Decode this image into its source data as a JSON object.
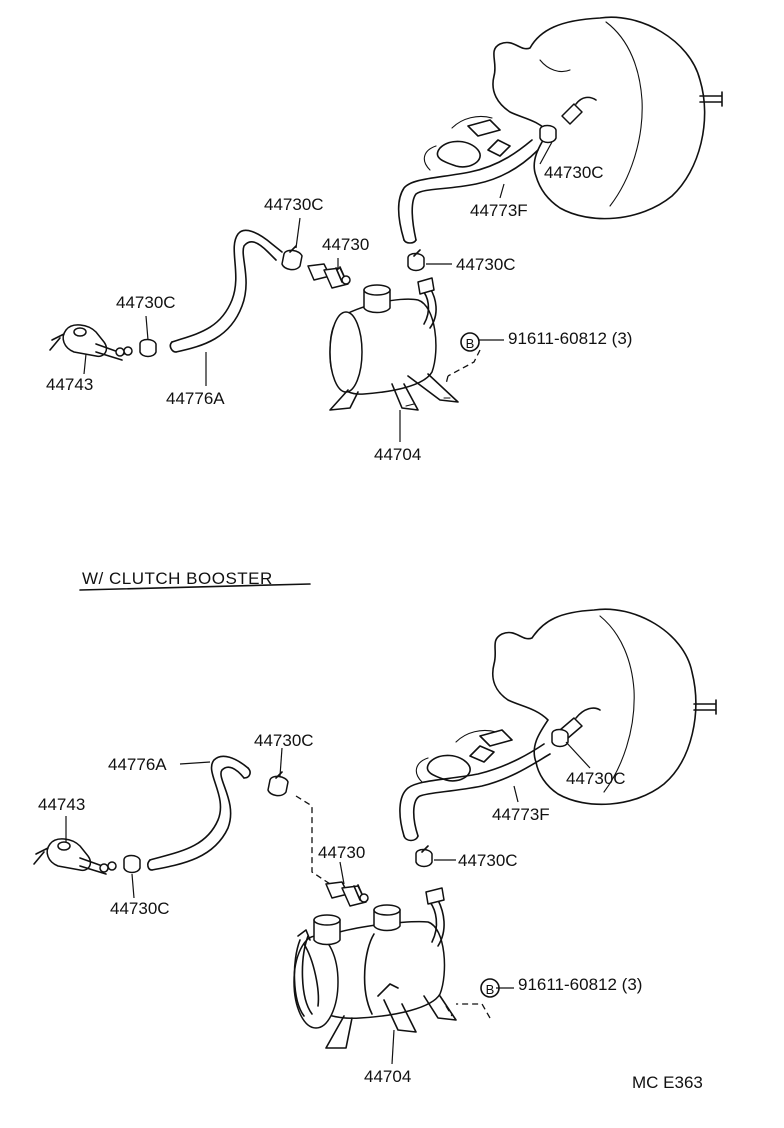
{
  "diagram": {
    "upper": {
      "labels": {
        "p44730c_top": "44730C",
        "p44730": "44730",
        "p44730c_left": "44730C",
        "p44743": "44743",
        "p44776a": "44776A",
        "p44730c_booster": "44730C",
        "p44773f": "44773F",
        "p44730c_tank": "44730C",
        "bolt_symbol": "B",
        "bolt": "91611-60812 (3)",
        "p44704": "44704"
      }
    },
    "section_title": "W/ CLUTCH  BOOSTER",
    "lower": {
      "labels": {
        "p44776a": "44776A",
        "p44730c_top": "44730C",
        "p44743": "44743",
        "p44730c_left": "44730C",
        "p44730": "44730",
        "p44730c_booster": "44730C",
        "p44773f": "44773F",
        "p44730c_tank": "44730C",
        "bolt_symbol": "B",
        "bolt": "91611-60812 (3)",
        "p44704": "44704"
      }
    },
    "figure_code": "MC  E363"
  }
}
